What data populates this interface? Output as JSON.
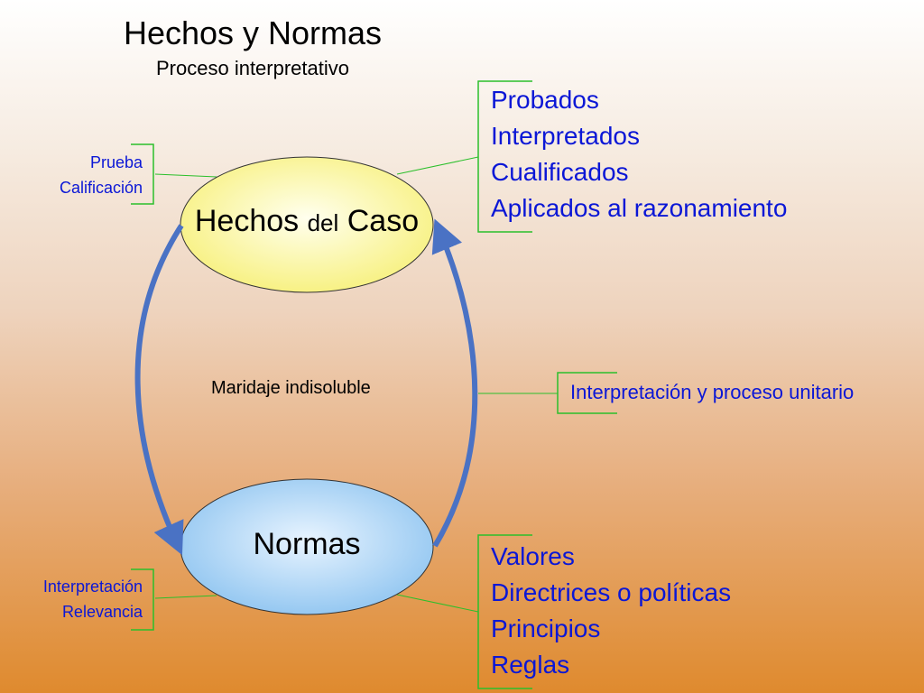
{
  "title": "Hechos y Normas",
  "subtitle": "Proceso interpretativo",
  "nodes": {
    "hechos": {
      "part1": "Hechos ",
      "part2": "del",
      "part3": " Caso"
    },
    "normas": {
      "label": "Normas"
    }
  },
  "center_label": "Maridaje indisoluble",
  "hechos_left": [
    "Prueba",
    "Calificación"
  ],
  "hechos_right": [
    "Probados",
    "Interpretados",
    "Cualificados",
    "Aplicados al razonamiento"
  ],
  "middle_right": "Interpretación y proceso unitario",
  "normas_left": [
    "Interpretación",
    "Relevancia"
  ],
  "normas_right": [
    "Valores",
    "Directrices o políticas",
    "Principios",
    "Reglas"
  ],
  "colors": {
    "hechos_fill": "#ffff99",
    "normas_fill": "#a9d0f5",
    "arrow": "#4a72c4",
    "bracket": "#2bbf2b",
    "text_blue": "#0b17d6"
  }
}
